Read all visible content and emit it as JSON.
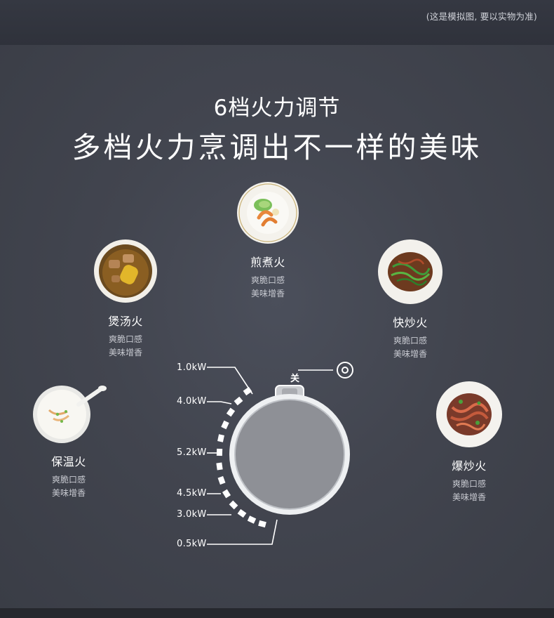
{
  "disclaimer": "(这是模拟图, 要以实物为准)",
  "title": "6档火力调节",
  "subtitle": "多档火力烹调出不一样的美味",
  "modes": [
    {
      "name": "煎煮火",
      "line1": "爽脆口感",
      "line2": "美味增香",
      "dish": "shrimp-plate-image"
    },
    {
      "name": "煲汤火",
      "line1": "爽脆口感",
      "line2": "美味增香",
      "dish": "soup-bowl-image"
    },
    {
      "name": "快炒火",
      "line1": "爽脆口感",
      "line2": "美味增香",
      "dish": "stir-fry-plate-image"
    },
    {
      "name": "保温火",
      "line1": "爽脆口感",
      "line2": "美味增香",
      "dish": "porridge-bowl-image"
    },
    {
      "name": "爆炒火",
      "line1": "爽脆口感",
      "line2": "美味增香",
      "dish": "spicy-fry-plate-image"
    }
  ],
  "dial": {
    "off_label": "关",
    "levels": [
      "1.0kW",
      "4.0kW",
      "5.2kW",
      "4.5kW",
      "3.0kW",
      "0.5kW"
    ]
  }
}
